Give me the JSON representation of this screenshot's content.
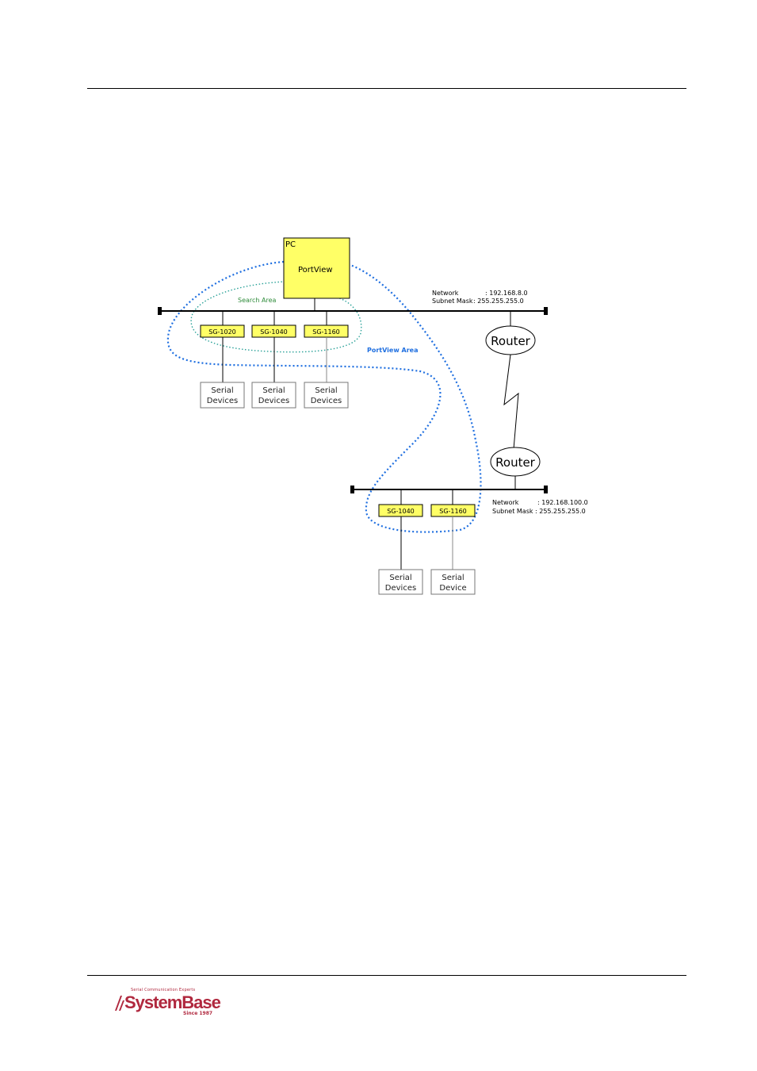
{
  "pc": {
    "label": "PC",
    "app": "PortView"
  },
  "areas": {
    "search": "Search Area",
    "portview": "PortView Area"
  },
  "network1": {
    "network_label": "Network",
    "network_value": ": 192.168.8.0",
    "mask_label": "Subnet Mask",
    "mask_value": ": 255.255.255.0",
    "gateways": [
      "SG-1020",
      "SG-1040",
      "SG-1160"
    ],
    "devices": [
      [
        "Serial",
        "Devices"
      ],
      [
        "Serial",
        "Devices"
      ],
      [
        "Serial",
        "Devices"
      ]
    ]
  },
  "network2": {
    "network_label": "Network",
    "network_value": ": 192.168.100.0",
    "mask_label": "Subnet Mask",
    "mask_value": ": 255.255.255.0",
    "gateways": [
      "SG-1040",
      "SG-1160"
    ],
    "devices": [
      [
        "Serial",
        "Devices"
      ],
      [
        "Serial",
        "Device"
      ]
    ]
  },
  "routers": [
    "Router",
    "Router"
  ],
  "logo": {
    "tagline": "Serial Communication Experts",
    "name": "SystemBase",
    "since": "Since 1987"
  },
  "colors": {
    "gateway_fill": "#ffff66",
    "pc_fill": "#ffff66",
    "search_area": "#2aa198",
    "portview_area": "#1f6fe0",
    "search_text": "#2e8b3a",
    "portview_text": "#1f6fe0",
    "logo": "#b0283e"
  }
}
